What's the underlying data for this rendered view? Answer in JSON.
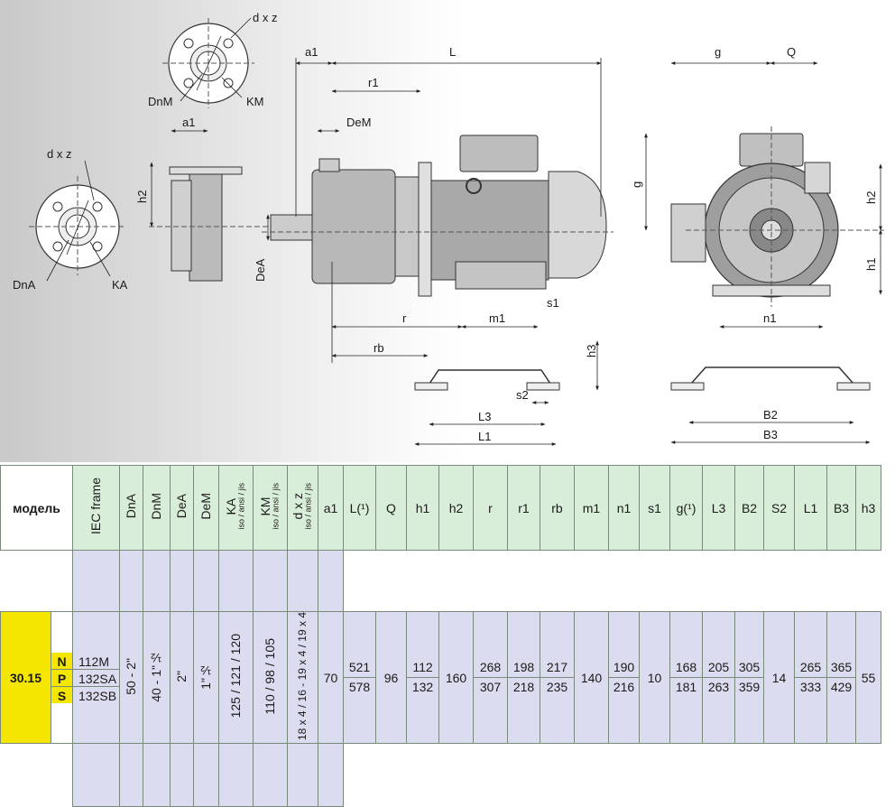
{
  "drawing": {
    "labels": {
      "dxz_top": "d x z",
      "dnm": "DnM",
      "km": "KM",
      "a1_flange": "a1",
      "h2_flange": "h2",
      "dxz_left": "d x z",
      "dna": "DnA",
      "ka": "KA",
      "a1": "a1",
      "L": "L",
      "r1": "r1",
      "dem": "DeM",
      "dea": "DeA",
      "r": "r",
      "m1": "m1",
      "s1": "s1",
      "rb": "rb",
      "h3": "h3",
      "s2": "s2",
      "L3": "L3",
      "L1": "L1",
      "g_top": "g",
      "Q": "Q",
      "g_side": "g",
      "h2": "h2",
      "h1": "h1",
      "n1": "n1",
      "B2": "B2",
      "B3": "B3"
    }
  },
  "table": {
    "model_header": "модель",
    "headers": [
      {
        "main": "IEC frame",
        "sub": "",
        "rotated": true
      },
      {
        "main": "DnA",
        "sub": "",
        "rotated": true
      },
      {
        "main": "DnM",
        "sub": "",
        "rotated": true
      },
      {
        "main": "DeA",
        "sub": "",
        "rotated": true
      },
      {
        "main": "DeM",
        "sub": "",
        "rotated": true
      },
      {
        "main": "KA",
        "sub": "iso / ansi / jis",
        "rotated": true
      },
      {
        "main": "KM",
        "sub": "iso / ansi / jis",
        "rotated": true
      },
      {
        "main": "d x z",
        "sub": "iso / ansi / jis",
        "rotated": true
      },
      {
        "main": "a1",
        "sub": "",
        "rotated": false
      },
      {
        "main": "L(¹)",
        "sub": "",
        "rotated": false
      },
      {
        "main": "Q",
        "sub": "",
        "rotated": false
      },
      {
        "main": "h1",
        "sub": "",
        "rotated": false
      },
      {
        "main": "h2",
        "sub": "",
        "rotated": false
      },
      {
        "main": "r",
        "sub": "",
        "rotated": false
      },
      {
        "main": "r1",
        "sub": "",
        "rotated": false
      },
      {
        "main": "rb",
        "sub": "",
        "rotated": false
      },
      {
        "main": "m1",
        "sub": "",
        "rotated": false
      },
      {
        "main": "n1",
        "sub": "",
        "rotated": false
      },
      {
        "main": "s1",
        "sub": "",
        "rotated": false
      },
      {
        "main": "g(¹)",
        "sub": "",
        "rotated": false
      },
      {
        "main": "L3",
        "sub": "",
        "rotated": false
      },
      {
        "main": "B2",
        "sub": "",
        "rotated": false
      },
      {
        "main": "S2",
        "sub": "",
        "rotated": false
      },
      {
        "main": "L1",
        "sub": "",
        "rotated": false
      },
      {
        "main": "B3",
        "sub": "",
        "rotated": false
      },
      {
        "main": "h3",
        "sub": "",
        "rotated": false
      }
    ],
    "model": "30.15",
    "variants": [
      "N",
      "P",
      "S"
    ],
    "frames": [
      "112M",
      "132SA",
      "132SB"
    ],
    "dna": "50 - 2\"",
    "dnm": "40 - 1\"½",
    "dea": "2\"",
    "dem": "1\"½",
    "ka": "125 / 121 / 120",
    "km": "110 / 98 / 105",
    "dxz": "18 x 4 / 16 - 19 x 4 / 19 x 4",
    "a1": "70",
    "L": [
      "521",
      "578"
    ],
    "Q": "96",
    "h1": [
      "112",
      "132"
    ],
    "h2": "160",
    "r": [
      "268",
      "307"
    ],
    "r1": [
      "198",
      "218"
    ],
    "rb": [
      "217",
      "235"
    ],
    "m1": "140",
    "n1": [
      "190",
      "216"
    ],
    "s1": "10",
    "g": [
      "168",
      "181"
    ],
    "L3": [
      "205",
      "263"
    ],
    "B2": [
      "305",
      "359"
    ],
    "S2": "14",
    "L1": [
      "265",
      "333"
    ],
    "B3": [
      "365",
      "429"
    ],
    "h3": "55"
  }
}
